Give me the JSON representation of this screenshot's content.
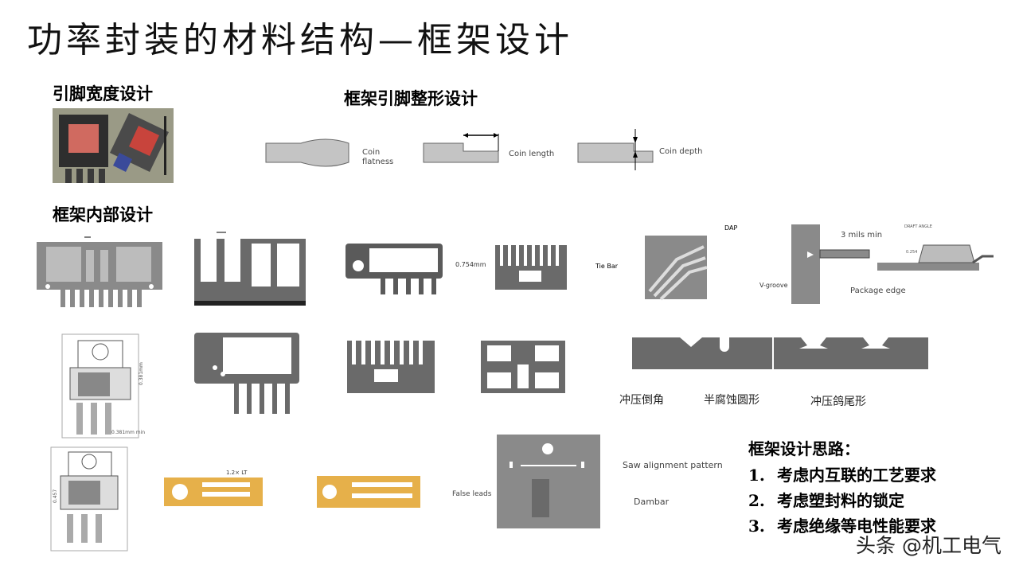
{
  "slide": {
    "title": "功率封装的材料结构—框架设计",
    "sections": {
      "lead_width": "引脚宽度设计",
      "lead_forming": "框架引脚整形设计",
      "internal": "框架内部设计"
    },
    "coin_labels": {
      "flatness_1": "Coin",
      "flatness_2": "flatness",
      "length": "Coin length",
      "depth": "Coin depth"
    },
    "diagram_labels": {
      "dim_0754": "0.754mm",
      "tie_bar": "Tie Bar",
      "dap": "DAP",
      "mils": "3 mils min",
      "v_groove": "V-groove",
      "package_edge": "Package edge",
      "draft_angle": "DRAFT ANGLE",
      "dim_0254": "0.254",
      "dim_0381_v": "0.381mm",
      "dim_0381_min": "0.381mm min",
      "dim_12lt": "1.2× LT",
      "dim_0457": "0.457",
      "false_leads": "False leads",
      "saw_pattern": "Saw alignment pattern",
      "dambar": "Dambar"
    },
    "shape_labels": {
      "chamfer": "冲压倒角",
      "half_etch": "半腐蚀圆形",
      "dovetail": "冲压鸽尾形"
    },
    "notes": {
      "heading": "框架设计思路：",
      "items": [
        {
          "num": "1.",
          "text": "考虑内互联的工艺要求"
        },
        {
          "num": "2.",
          "text": "考虑塑封料的锁定"
        },
        {
          "num": "3.",
          "text": "考虑绝缘等电性能要求"
        }
      ]
    },
    "watermark": "头条 @机工电气",
    "colors": {
      "frame_dark": "#5a5a5a",
      "frame_mid": "#8a8a8a",
      "frame_light": "#bcbcbc",
      "copper": "#e6b04a"
    }
  }
}
